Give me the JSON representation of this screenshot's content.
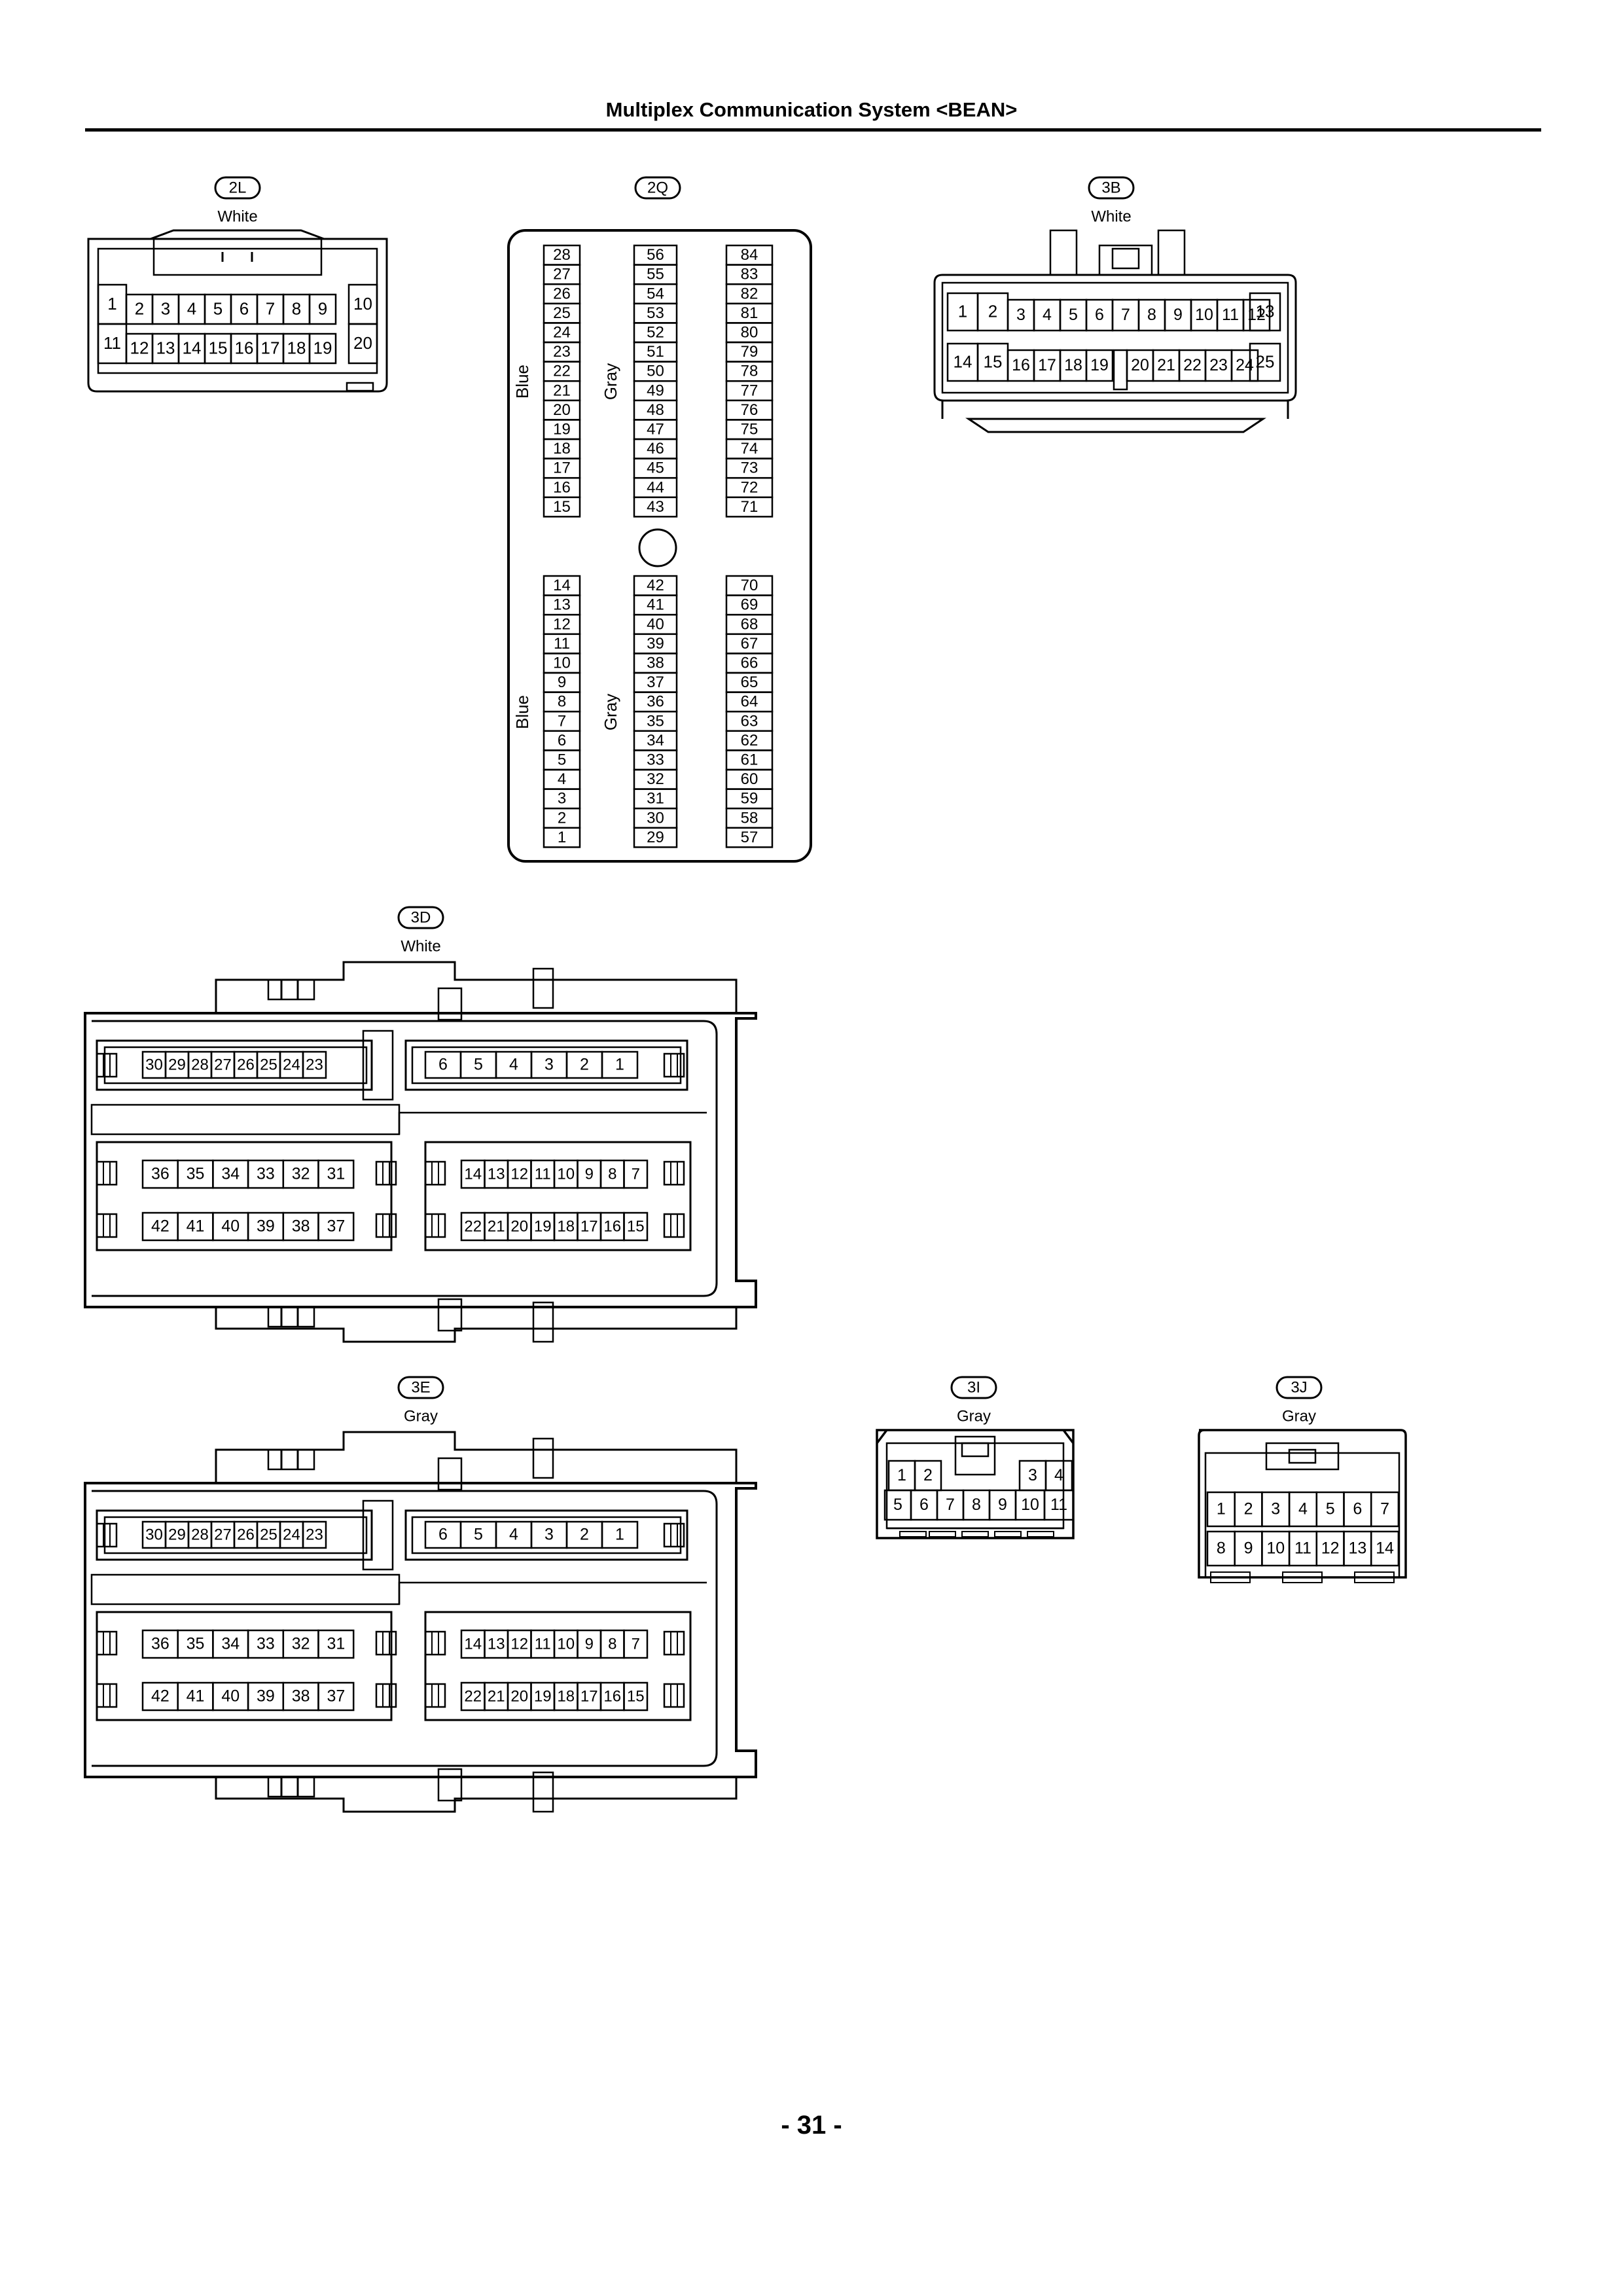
{
  "header": {
    "title": "Multiplex Communication System <BEAN>"
  },
  "footer": {
    "page_number": "- 31 -"
  },
  "connectors": {
    "c2L": {
      "code": "2L",
      "color": "White",
      "row1": [
        "1",
        "2",
        "3",
        "4",
        "5",
        "6",
        "7",
        "8",
        "9",
        "10"
      ],
      "row2": [
        "11",
        "12",
        "13",
        "14",
        "15",
        "16",
        "17",
        "18",
        "19",
        "20"
      ]
    },
    "c2Q": {
      "code": "2Q",
      "blue_label": "Blue",
      "gray_label": "Gray",
      "blocks": [
        [
          "28",
          "27",
          "26",
          "25",
          "24",
          "23",
          "22",
          "21",
          "20",
          "19",
          "18",
          "17",
          "16",
          "15"
        ],
        [
          "56",
          "55",
          "54",
          "53",
          "52",
          "51",
          "50",
          "49",
          "48",
          "47",
          "46",
          "45",
          "44",
          "43"
        ],
        [
          "84",
          "83",
          "82",
          "81",
          "80",
          "79",
          "78",
          "77",
          "76",
          "75",
          "74",
          "73",
          "72",
          "71"
        ],
        [
          "14",
          "13",
          "12",
          "11",
          "10",
          "9",
          "8",
          "7",
          "6",
          "5",
          "4",
          "3",
          "2",
          "1"
        ],
        [
          "42",
          "41",
          "40",
          "39",
          "38",
          "37",
          "36",
          "35",
          "34",
          "33",
          "32",
          "31",
          "30",
          "29"
        ],
        [
          "70",
          "69",
          "68",
          "67",
          "66",
          "65",
          "64",
          "63",
          "62",
          "61",
          "60",
          "59",
          "58",
          "57"
        ]
      ]
    },
    "c3B": {
      "code": "3B",
      "color": "White",
      "row1": [
        "1",
        "2",
        "3",
        "4",
        "5",
        "6",
        "7",
        "8",
        "9",
        "10",
        "11",
        "12",
        "13"
      ],
      "row2": [
        "14",
        "15",
        "16",
        "17",
        "18",
        "19",
        "20",
        "21",
        "22",
        "23",
        "24",
        "25"
      ]
    },
    "c3D": {
      "code": "3D",
      "color": "White",
      "group_a": [
        "30",
        "29",
        "28",
        "27",
        "26",
        "25",
        "24",
        "23"
      ],
      "group_b": [
        "6",
        "5",
        "4",
        "3",
        "2",
        "1"
      ],
      "group_c": [
        "36",
        "35",
        "34",
        "33",
        "32",
        "31"
      ],
      "group_d": [
        "14",
        "13",
        "12",
        "11",
        "10",
        "9",
        "8",
        "7"
      ],
      "group_e": [
        "42",
        "41",
        "40",
        "39",
        "38",
        "37"
      ],
      "group_f": [
        "22",
        "21",
        "20",
        "19",
        "18",
        "17",
        "16",
        "15"
      ]
    },
    "c3E": {
      "code": "3E",
      "color": "Gray",
      "group_a": [
        "30",
        "29",
        "28",
        "27",
        "26",
        "25",
        "24",
        "23"
      ],
      "group_b": [
        "6",
        "5",
        "4",
        "3",
        "2",
        "1"
      ],
      "group_c": [
        "36",
        "35",
        "34",
        "33",
        "32",
        "31"
      ],
      "group_d": [
        "14",
        "13",
        "12",
        "11",
        "10",
        "9",
        "8",
        "7"
      ],
      "group_e": [
        "42",
        "41",
        "40",
        "39",
        "38",
        "37"
      ],
      "group_f": [
        "22",
        "21",
        "20",
        "19",
        "18",
        "17",
        "16",
        "15"
      ]
    },
    "c3I": {
      "code": "3I",
      "color": "Gray",
      "row1": [
        "1",
        "2",
        "3",
        "4"
      ],
      "row2": [
        "5",
        "6",
        "7",
        "8",
        "9",
        "10",
        "11"
      ]
    },
    "c3J": {
      "code": "3J",
      "color": "Gray",
      "row1": [
        "1",
        "2",
        "3",
        "4",
        "5",
        "6",
        "7"
      ],
      "row2": [
        "8",
        "9",
        "10",
        "11",
        "12",
        "13",
        "14"
      ]
    }
  }
}
